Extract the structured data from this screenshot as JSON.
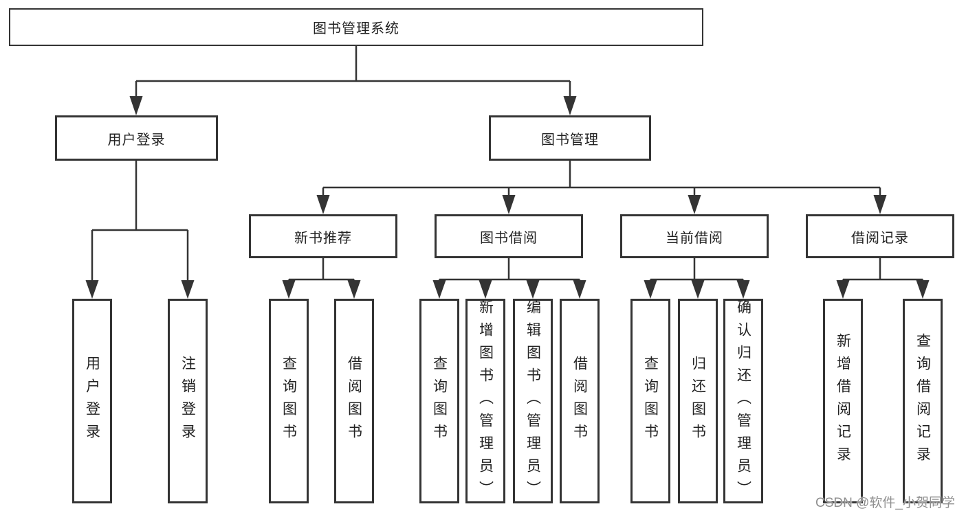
{
  "nodes": {
    "root": "图书管理系统",
    "level2": {
      "user_login": "用户登录",
      "book_mgmt": "图书管理"
    },
    "level3": {
      "new_book": "新书推荐",
      "book_borrow": "图书借阅",
      "current_borrow": "当前借阅",
      "borrow_record": "借阅记录"
    },
    "leaves": {
      "user_login_leaf": "用户登录",
      "logout": "注销登录",
      "nb_query": "查询图书",
      "nb_borrow": "借阅图书",
      "bb_query": "查询图书",
      "bb_add": "新增图书（管理员）",
      "bb_edit": "编辑图书（管理员）",
      "bb_borrow": "借阅图书",
      "cb_query": "查询图书",
      "cb_return": "归还图书",
      "cb_confirm": "确认归还（管理员）",
      "br_add": "新增借阅记录",
      "br_query": "查询借阅记录"
    }
  },
  "watermark": "CSDN @软件_小贺同学",
  "colors": {
    "line": "#343434",
    "text": "#222222",
    "watermark": "#8f8f8f",
    "background": "#ffffff"
  }
}
